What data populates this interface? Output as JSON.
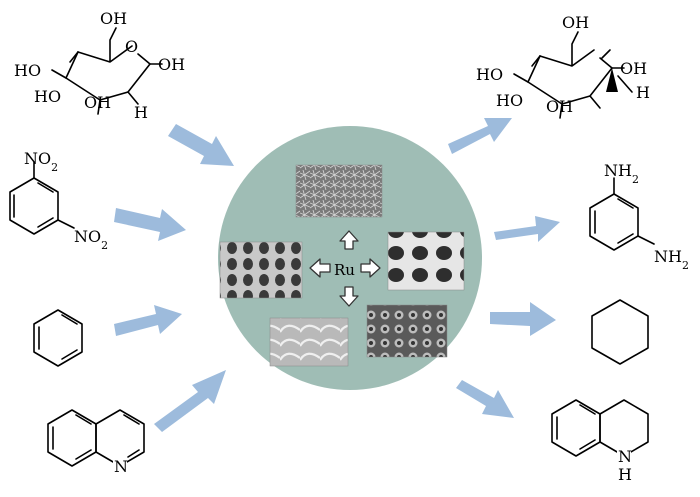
{
  "center": {
    "catalyst_label": "Ru",
    "circle_color": "#9fbdb5",
    "arrow_color": "#9dbbdc"
  },
  "reactants": {
    "glucose": {
      "oh_top": "OH",
      "oh_left1": "HO",
      "oh_left2": "HO",
      "oh_mid": "OH",
      "oh_right": "OH",
      "ring_o": "O",
      "h": "H"
    },
    "dinitrobenzene": {
      "no2_top": "NO2",
      "no2_bottom": "NO2"
    },
    "benzene": {},
    "quinoline": {
      "n": "N"
    }
  },
  "products": {
    "sorbitol": {
      "oh_top": "OH",
      "oh_left1": "HO",
      "oh_left2": "HO",
      "oh_mid": "OH",
      "oh_right": "OH",
      "h": "H"
    },
    "phenylenediamine": {
      "nh2_top": "NH2",
      "nh2_bottom": "NH2"
    },
    "cyclohexane": {},
    "tetrahydroquinoline": {
      "nh_n": "N",
      "nh_h": "H"
    }
  },
  "icons": [
    "sem-image-nanofiber",
    "sem-image-honeycomb",
    "sem-image-macroporous",
    "sem-image-lamellar",
    "sem-image-hollow-spheres"
  ]
}
